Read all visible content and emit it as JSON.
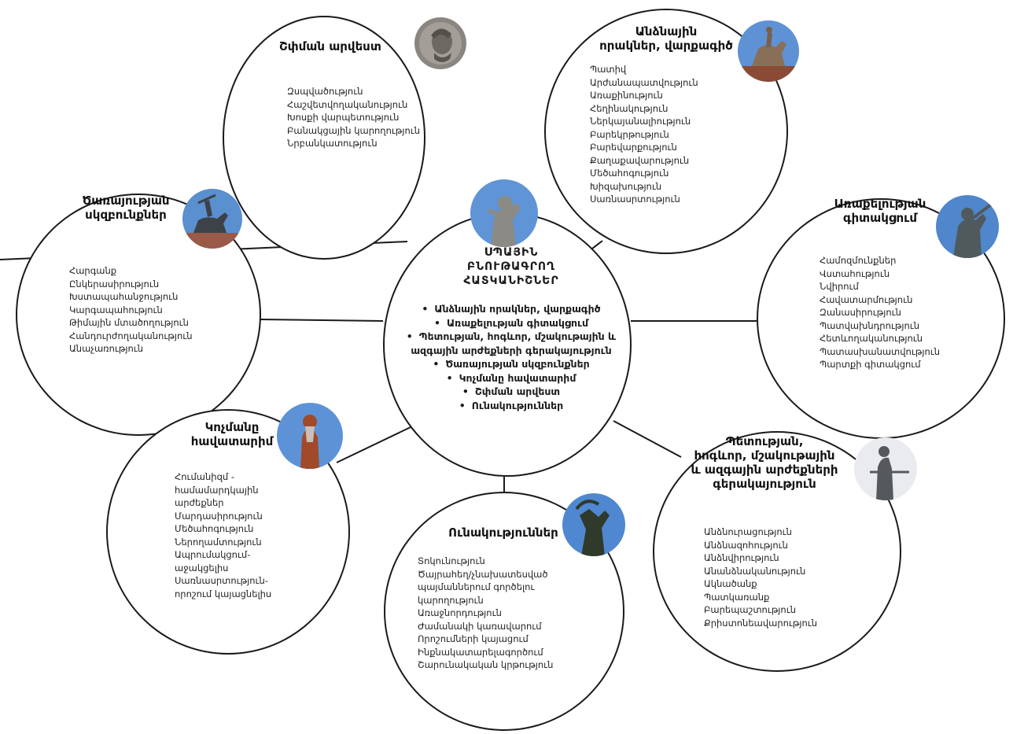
{
  "center": {
    "title": [
      "ՍՊԱՅԻՆ",
      "ԲՆՈՒԹԱԳՐՈՂ",
      "ՀԱՏԿԱՆԻՇՆԵՐ"
    ],
    "items": [
      "Անձնային որակներ, վարքագիծ",
      "Առաքելության գիտակցում",
      "Պետության, հոգևոր, մշակութային և ազգային արժեքների գերակայություն",
      "Ծառայության սկզբունքներ",
      "Կոչմանը հավատարիմ",
      "Շփման արվեստ",
      "Ունակություններ"
    ]
  },
  "nodes": {
    "communication": {
      "title": [
        "Շփման արվեստ"
      ],
      "items": [
        "Զսպվածություն",
        "Հաշվետվողականություն",
        "Խոսքի վարպետություն",
        "Բանակցային կարողություն",
        "Նրբանկատություն"
      ],
      "photo": "coin-portrait-photo"
    },
    "qualities": {
      "title": [
        "Անձնային",
        "որակներ, վարքագիծ"
      ],
      "items": [
        "Պատիվ",
        "Արժանապատվություն",
        "Առաքինություն",
        "Հեղինակություն",
        "Ներկայանալիություն",
        "Բարեկրթություն",
        "Բարեվարքություն",
        "Քաղաքավարություն",
        "Մեծահոգություն",
        "Խիզախություն",
        "Սառնասրտություն"
      ],
      "photo": "equestrian-statue-photo"
    },
    "service": {
      "title": [
        "Ծառայության",
        "սկզբունքներ"
      ],
      "items": [
        "Հարգանք",
        "Ընկերասիրություն",
        "Խստապահանջություն",
        "Կարգապահություն",
        "Թիմային մտածողություն",
        "Հանդուրժողականություն",
        "Անաչառություն"
      ],
      "photo": "rider-statue-photo"
    },
    "mission": {
      "title": [
        "Առաքելության",
        "գիտակցում"
      ],
      "items": [
        "Համոզմունքներ",
        "Վստահություն",
        "Նվիրում",
        "Հավատարմություն",
        "Զանասիրություն",
        "Պատվախնդրություն",
        "Հետևողականություն",
        "Պատասխանատվություն",
        "Պարտքի գիտակցում"
      ],
      "photo": "warrior-statue-photo"
    },
    "loyal": {
      "title": [
        "Կոչմանը",
        "հավատարիմ"
      ],
      "items": [
        "Հումանիզմ -",
        "համամարդկային",
        "արժեքներ",
        "Մարդասիրություն",
        "Մեծահոգություն",
        "Ներողամտություն",
        "Ապրումակցում-",
        "աջակցելիս",
        "Սառնասրտություն-",
        "որոշում կայացնելիս"
      ],
      "photo": "standing-statue-photo"
    },
    "abilities": {
      "title": [
        "Ունակություններ"
      ],
      "items": [
        "Տոկունություն",
        "Ծայրահեղ/չնախատեսված",
        "պայմաններում գործելու",
        "կարողություն",
        "Առաջնորդություն",
        "Ժամանակի կառավարում",
        "Որոշումների կայացում",
        "Ինքնակատարելագործում",
        "Շարունակական կրթություն"
      ],
      "photo": "monument-photo"
    },
    "values": {
      "title": [
        "Պետության,",
        "հոգևոր, մշակութային",
        "և ազգային արժեքների",
        "գերակայություն"
      ],
      "items": [
        "Անձնուրացություն",
        "Անձնազոհություն",
        "Անձնվիրություն",
        "Անանձնականություն",
        "Ակնածանք",
        "Պատկառանք",
        "Բարեպաշտություն",
        "Քրիստոնեավարություն"
      ],
      "photo": "mother-armenia-photo"
    }
  },
  "colors": {
    "stroke": "#1a1a1a",
    "sky": "#5a8fd0",
    "bronze": "#6b5a46"
  }
}
